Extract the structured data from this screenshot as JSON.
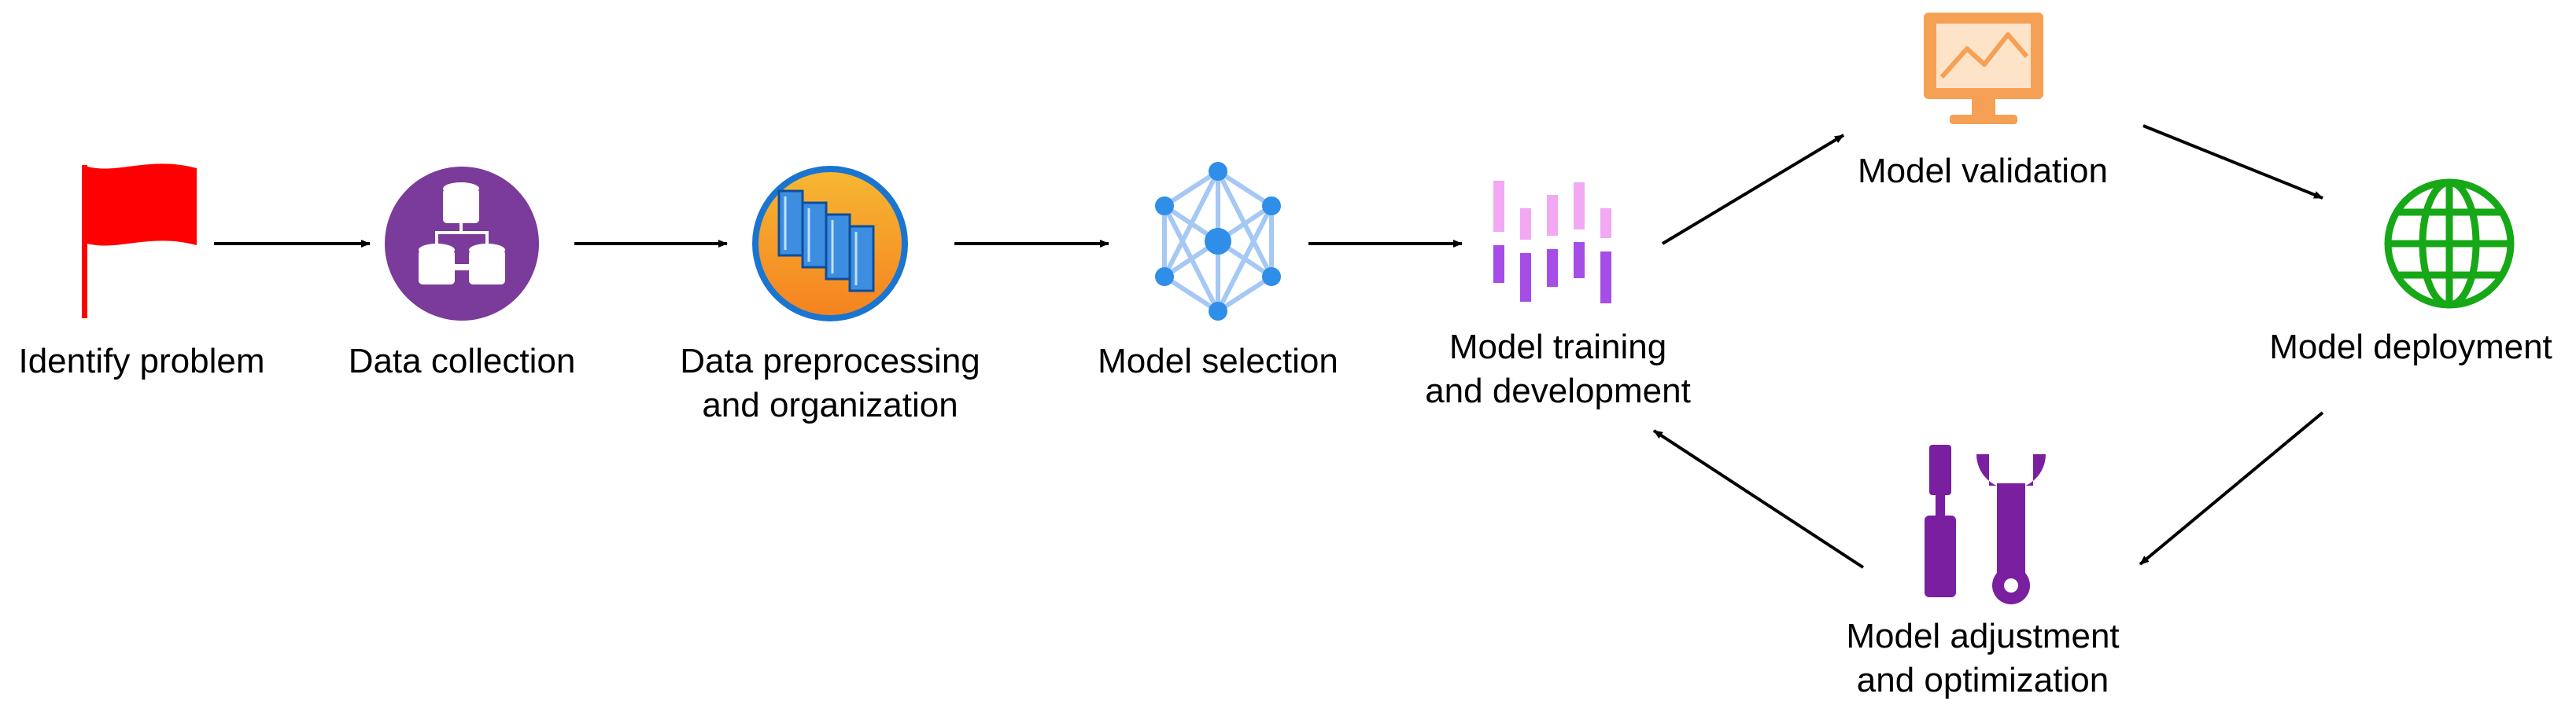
{
  "steps": [
    {
      "id": "identify",
      "lines": [
        "Identify problem"
      ],
      "icon": "red-flag-icon"
    },
    {
      "id": "collection",
      "lines": [
        "Data collection"
      ],
      "icon": "database-icon"
    },
    {
      "id": "preprocessing",
      "lines": [
        "Data preprocessing",
        "and organization"
      ],
      "icon": "data-blocks-icon"
    },
    {
      "id": "selection",
      "lines": [
        "Model selection"
      ],
      "icon": "network-graph-icon"
    },
    {
      "id": "training",
      "lines": [
        "Model training",
        "and development"
      ],
      "icon": "training-bars-icon"
    },
    {
      "id": "validation",
      "lines": [
        "Model validation"
      ],
      "icon": "monitor-chart-icon"
    },
    {
      "id": "deployment",
      "lines": [
        "Model deployment"
      ],
      "icon": "globe-icon"
    },
    {
      "id": "adjustment",
      "lines": [
        "Model adjustment",
        "and optimization"
      ],
      "icon": "tools-icon"
    }
  ],
  "colors": {
    "flag": "#ff0000",
    "database": "#7b3b9b",
    "blocks_orange": "#f7a21b",
    "blocks_blue": "#1a75d1",
    "network": "#2e8ee8",
    "training_light": "#f2a8f2",
    "training_dark": "#a64de8",
    "monitor": "#f5a055",
    "globe": "#17a817",
    "tools": "#7a1fa0",
    "arrow": "#000000"
  },
  "connections": [
    {
      "from": "identify",
      "to": "collection"
    },
    {
      "from": "collection",
      "to": "preprocessing"
    },
    {
      "from": "preprocessing",
      "to": "selection"
    },
    {
      "from": "selection",
      "to": "training"
    },
    {
      "from": "training",
      "to": "validation"
    },
    {
      "from": "validation",
      "to": "deployment"
    },
    {
      "from": "deployment",
      "to": "adjustment"
    },
    {
      "from": "adjustment",
      "to": "training"
    }
  ]
}
